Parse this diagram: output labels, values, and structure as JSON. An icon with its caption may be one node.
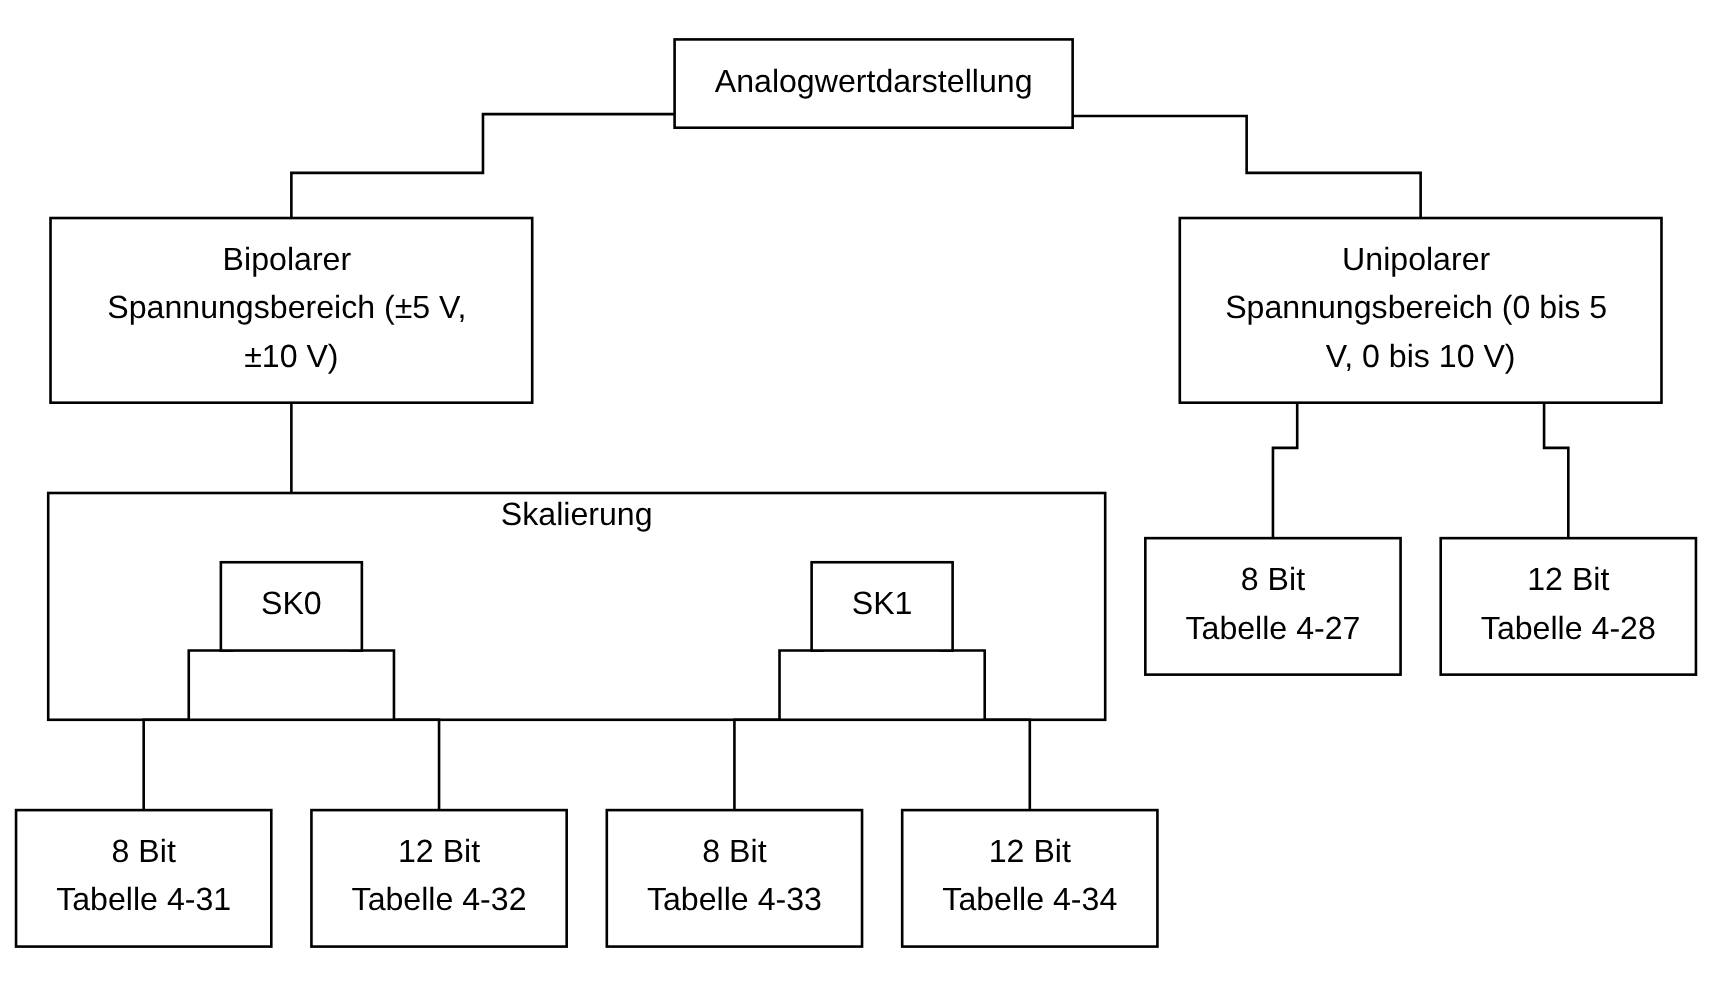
{
  "diagram": {
    "nodes": [
      {
        "text": [
          "Analogwertdarstellung"
        ]
      },
      {
        "text": [
          "Unipolarer Spannungsbereich (0 bis 5 V, 0 bis 10 V)"
        ]
      },
      {
        "text": [
          "Bipolarer Spannungsbereich (±5 V, ±10 V)"
        ]
      },
      {
        "text": [
          "Skalierung"
        ]
      },
      {
        "text": [
          "SK0"
        ],
        "in": 3
      },
      {
        "text": [
          "SK1"
        ],
        "in": 3
      },
      {
        "text": [
          "8 Bit",
          "Tabelle 4-27"
        ]
      },
      {
        "text": [
          "12 Bit",
          "Tabelle 4-28"
        ]
      },
      {
        "text": [
          "8 Bit",
          "Tabelle 4-31"
        ]
      },
      {
        "text": [
          "12 Bit",
          "Tabelle 4-32"
        ]
      },
      {
        "text": [
          "8 Bit",
          "Tabelle 4-33"
        ]
      },
      {
        "text": [
          "12 Bit",
          "Tabelle 4-34"
        ]
      }
    ],
    "edges": [
      {
        "from": 0,
        "to": 1,
        "arrow": "none"
      },
      {
        "from": 0,
        "to": 2,
        "arrow": "none"
      },
      {
        "from": 1,
        "to": 6,
        "arrow": "none"
      },
      {
        "from": 1,
        "to": 7,
        "arrow": "none"
      },
      {
        "from": 2,
        "to": 3,
        "arrow": "none"
      },
      {
        "from": 4,
        "to": 8,
        "arrow": "none"
      },
      {
        "from": 4,
        "to": 9,
        "arrow": "none"
      },
      {
        "from": 5,
        "to": 10,
        "arrow": "none"
      },
      {
        "from": 5,
        "to": 11,
        "arrow": "none"
      }
    ]
  }
}
